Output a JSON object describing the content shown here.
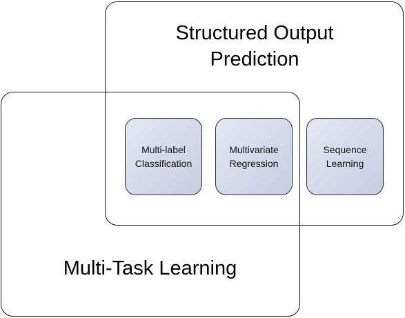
{
  "regions": {
    "structured_output": {
      "title": "Structured Output\nPrediction"
    },
    "multi_task": {
      "title": "Multi-Task Learning"
    }
  },
  "boxes": [
    {
      "label": "Multi-label\nClassification"
    },
    {
      "label": "Multivariate\nRegression"
    },
    {
      "label": "Sequence\nLearning"
    }
  ]
}
